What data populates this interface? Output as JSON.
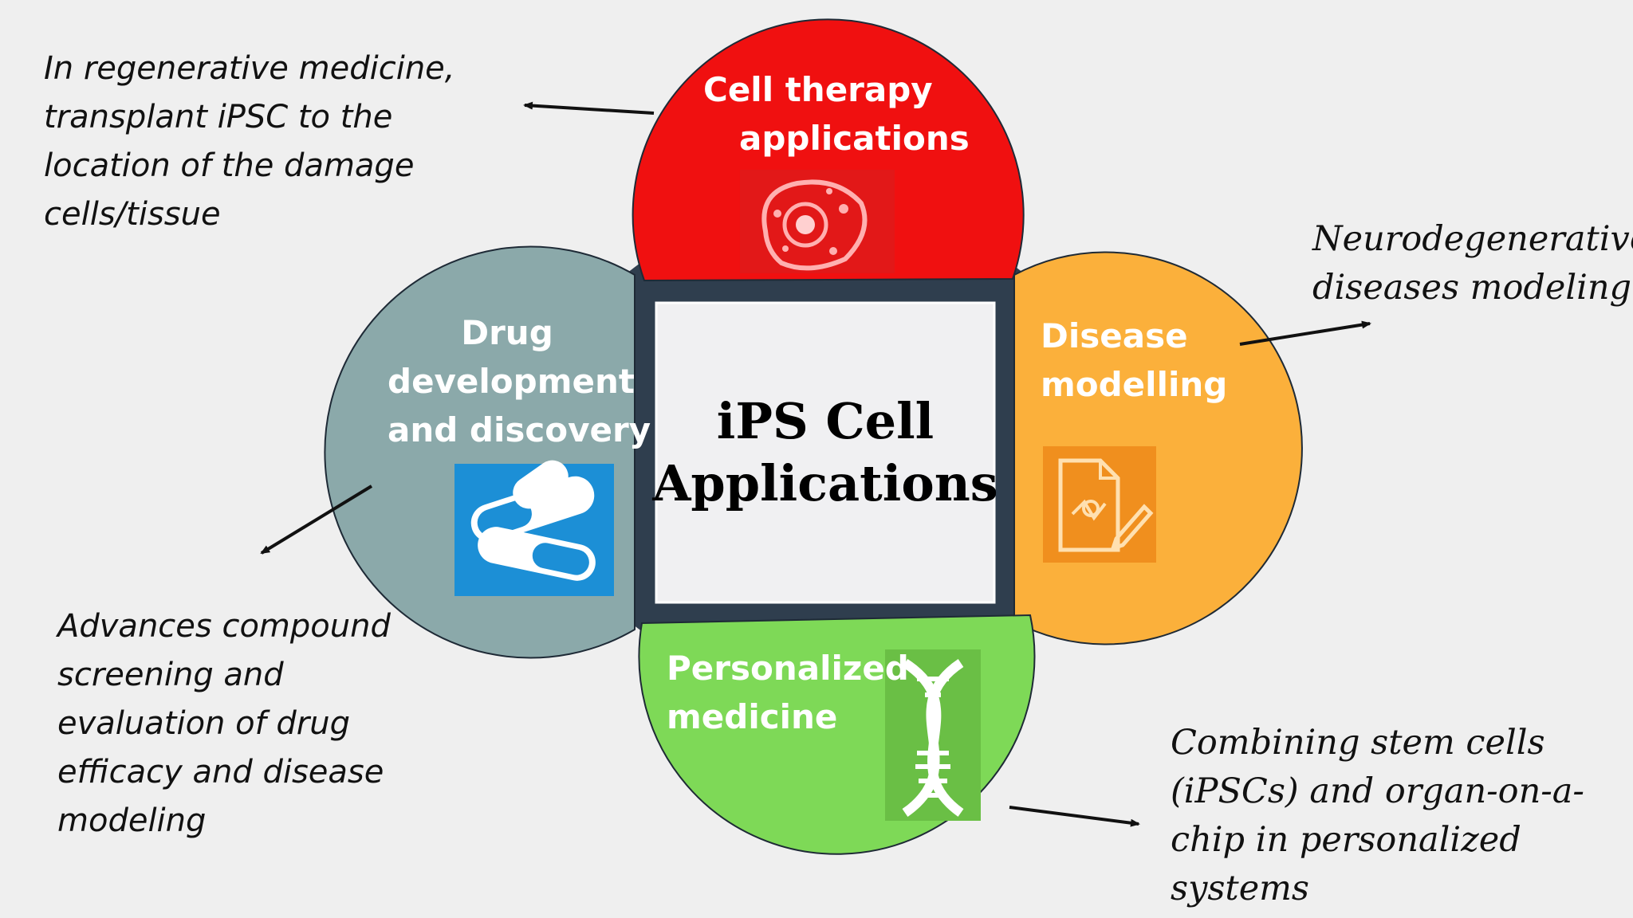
{
  "center": {
    "line1": "iPS Cell",
    "line2": "Applications"
  },
  "petals": {
    "cell_therapy": {
      "line1": "Cell therapy",
      "line2": "applications",
      "color": "#f01010",
      "icon": "cell-icon"
    },
    "drug": {
      "line1": "Drug",
      "line2": "development",
      "line3": "and discovery",
      "color": "#8ba9aa",
      "icon": "pills-icon"
    },
    "disease": {
      "line1": "Disease",
      "line2": "modelling",
      "color": "#fbb03b",
      "icon": "document-pencil-icon"
    },
    "personalized": {
      "line1": "Personalized",
      "line2": "medicine",
      "color": "#7ed957",
      "icon": "dna-icon"
    }
  },
  "notes": {
    "top_left": [
      "In regenerative medicine,",
      "transplant iPSC to the",
      "location of the damage",
      "cells/tissue"
    ],
    "right": [
      "Neurodegenerative",
      "diseases modeling"
    ],
    "bottom_left": [
      "Advances compound",
      "screening and",
      "evaluation of drug",
      "efficacy and disease",
      "modeling"
    ],
    "bottom_right": [
      "Combining stem cells",
      "(iPSCs) and organ-on-a-",
      "chip in personalized",
      "systems"
    ]
  },
  "colors": {
    "background": "#efefef",
    "diamond": "#2f3e4e",
    "center_box": "#f0f0f2",
    "arrow": "#111111"
  }
}
